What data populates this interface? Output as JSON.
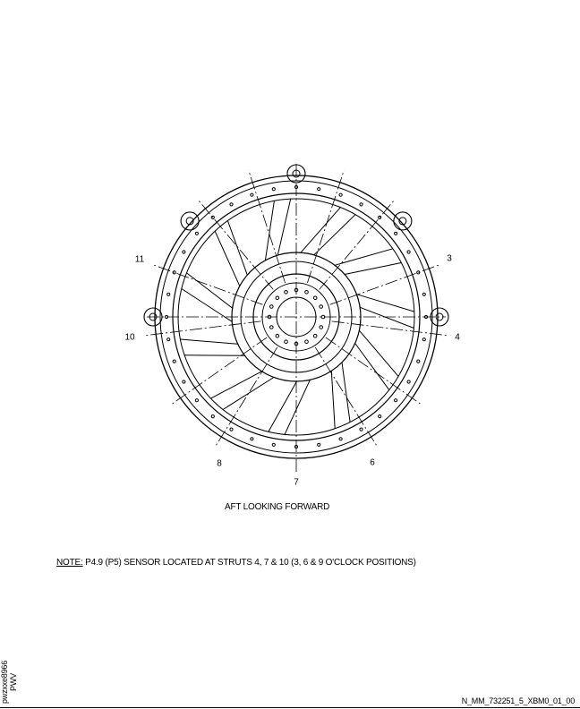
{
  "diagram": {
    "caption": "AFT LOOKING FORWARD",
    "strut_labels": {
      "s3": "3",
      "s4": "4",
      "s6": "6",
      "s7": "7",
      "s8": "8",
      "s10": "10",
      "s11": "11"
    }
  },
  "note": {
    "prefix": "NOTE:",
    "text": " P4.9 (P5) SENSOR LOCATED AT STRUTS 4, 7 & 10 (3, 6 & 9 O'CLOCK POSITIONS)"
  },
  "footer": {
    "figure_id": "N_MM_732251_5_XBM0_01_00",
    "side_code_line1": "pwzxxe8966",
    "side_code_line2": "PWV"
  }
}
